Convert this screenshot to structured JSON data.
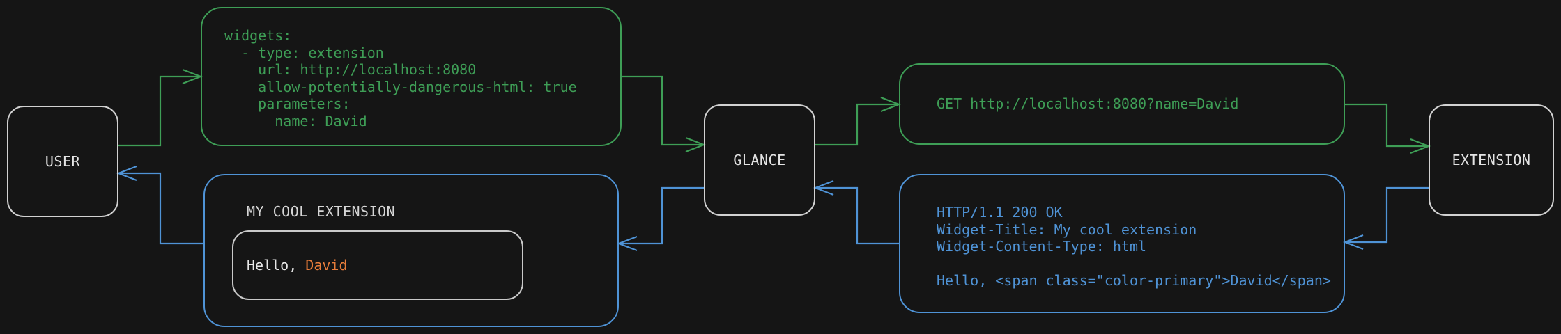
{
  "colors": {
    "bg": "#151515",
    "request": "#3e9e56",
    "response": "#4f93d6",
    "primary": "#e87d3b",
    "node_border": "#d2d2d2",
    "node_text": "#e4e4e4",
    "title_text": "#d6d6d6",
    "inner_border": "#c9c9c9",
    "greeting_text": "#e6e6e6"
  },
  "nodes": {
    "user": {
      "label": "USER"
    },
    "glance": {
      "label": "GLANCE"
    },
    "extension": {
      "label": "EXTENSION"
    }
  },
  "config_box": {
    "code": "widgets:\n  - type: extension\n    url: http://localhost:8080\n    allow-potentially-dangerous-html: true\n    parameters:\n      name: David"
  },
  "request_box": {
    "code": "GET http://localhost:8080?name=David"
  },
  "response_box": {
    "code": "HTTP/1.1 200 OK\nWidget-Title: My cool extension\nWidget-Content-Type: html\n\nHello, <span class=\"color-primary\">David</span>"
  },
  "widget_box": {
    "title": "MY COOL EXTENSION",
    "greeting_prefix": "Hello, ",
    "greeting_name": "David"
  }
}
